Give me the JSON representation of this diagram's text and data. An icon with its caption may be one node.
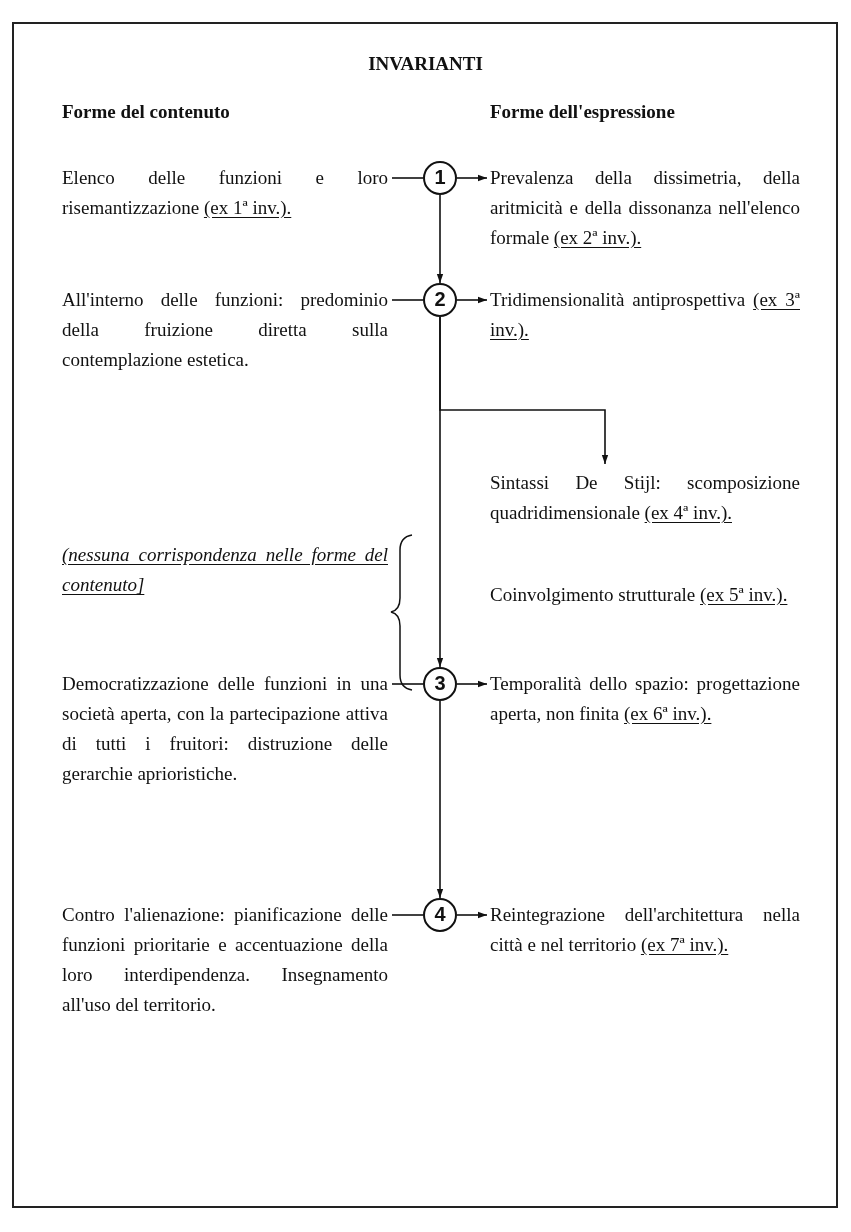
{
  "diagram": {
    "title": "INVARIANTI",
    "nodes": [
      {
        "text": [
          "Elenco delle funzioni e loro risemantizzazione",
          "(ex 1ª inv.)."
        ]
      },
      {
        "text": [
          "1"
        ]
      },
      {
        "text": [
          "Prevalenza della dissimetria, della aritmicità e della dissonanza nell'elenco formale",
          "(ex 2ª inv.)."
        ]
      },
      {
        "text": [
          "All'interno delle funzioni: predominio della fruizione diretta sulla contemplazione estetica."
        ]
      },
      {
        "text": [
          "2"
        ]
      },
      {
        "text": [
          "Tridimensionalità antiprospettiva",
          "(ex 3ª inv.)."
        ]
      },
      {
        "text": [
          "Sintassi De Stijl: scomposizione quadridimensionale",
          "(ex 4ª inv.)."
        ]
      },
      {
        "text": [
          "Coinvolgimento strutturale",
          "(ex 5ª inv.)."
        ]
      },
      {
        "text": [
          "(nessuna corrispondenza nelle forme del contenuto]"
        ]
      },
      {
        "text": [
          "Democratizzazione delle funzioni in una società aperta, con la partecipazione attiva di tutti i fruitori: distruzione delle gerarchie aprioristiche."
        ]
      },
      {
        "text": [
          "3"
        ]
      },
      {
        "text": [
          "Temporalità dello spazio: progettazione aperta, non finita",
          "(ex 6ª inv.)."
        ]
      },
      {
        "text": [
          "Contro l'alienazione: pianificazione delle funzioni prioritarie e accentuazione della loro interdipendenza. Insegnamento all'uso del territorio."
        ]
      },
      {
        "text": [
          "4"
        ]
      },
      {
        "text": [
          "Reintegrazione dell'architettura nella città e nel territorio",
          "(ex 7ª inv.)."
        ]
      }
    ],
    "edges": [
      {
        "from": 0,
        "to": 1,
        "arrow": "none"
      },
      {
        "from": 1,
        "to": 2,
        "arrow": "to"
      },
      {
        "from": 1,
        "to": 4,
        "arrow": "to"
      },
      {
        "from": 3,
        "to": 4,
        "arrow": "none"
      },
      {
        "from": 4,
        "to": 5,
        "arrow": "to"
      },
      {
        "from": 4,
        "to": 6,
        "arrow": "to"
      },
      {
        "from": 4,
        "to": 10,
        "arrow": "to"
      },
      {
        "from": 9,
        "to": 10,
        "arrow": "none"
      },
      {
        "from": 10,
        "to": 11,
        "arrow": "to"
      },
      {
        "from": 10,
        "to": 13,
        "arrow": "to"
      },
      {
        "from": 12,
        "to": 13,
        "arrow": "none"
      },
      {
        "from": 13,
        "to": 14,
        "arrow": "to"
      }
    ],
    "labels": [
      "Forme del contenuto",
      "Forme dell'espressione"
    ]
  }
}
